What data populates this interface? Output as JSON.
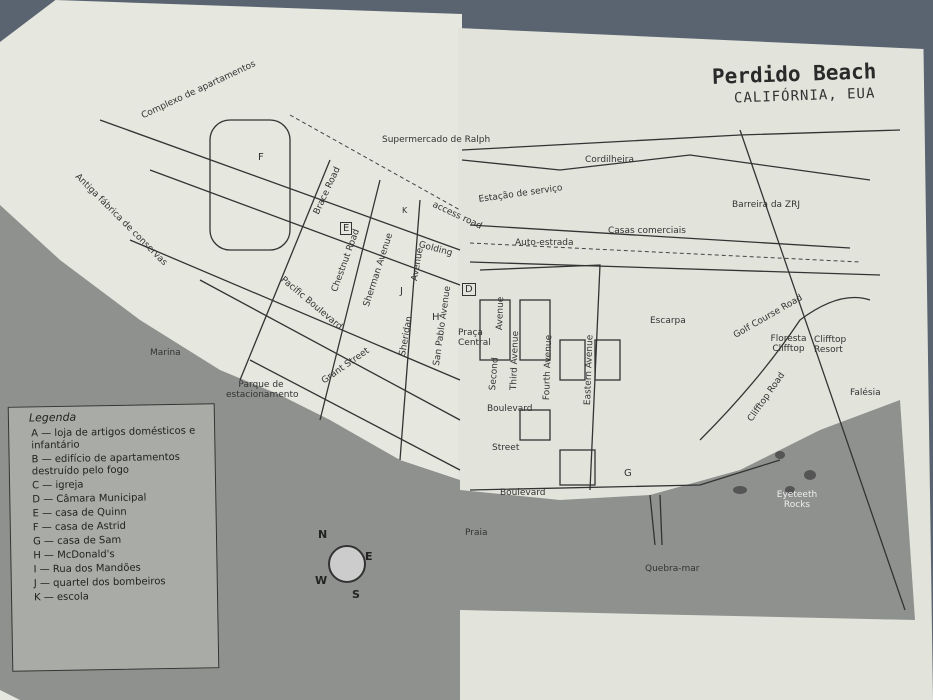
{
  "header": {
    "title": "Perdido Beach",
    "subtitle": "CALIFÓRNIA, EUA"
  },
  "legend": {
    "title": "Legenda",
    "items": [
      "A — loja de artigos domésticos e infantário",
      "B — edifício de apartamentos destruído pelo fogo",
      "C — igreja",
      "D — Câmara Municipal",
      "E — casa de Quinn",
      "F — casa de Astrid",
      "G — casa de Sam",
      "H — McDonald's",
      "I — Rua dos Mandões",
      "J — quartel dos bombeiros",
      "K — escola"
    ]
  },
  "labels": {
    "complexo": "Complexo de apartamentos",
    "fabrica": "Antiga fábrica de conservas",
    "supermercado": "Supermercado de Ralph",
    "estacao": "Estação de serviço",
    "cordilheira": "Cordilheira",
    "barreira": "Barreira da ZRJ",
    "casas": "Casas comerciais",
    "autoestrada": "Auto-estrada",
    "brace": "Brace Road",
    "access": "access road",
    "golding": "Golding",
    "chestnut": "Chestnut Road",
    "sherman": "Sherman Avenue",
    "avenue1": "Avenue",
    "pacific": "Pacific Boulevard",
    "sheridan": "Sheridan",
    "sanpablo": "San Pablo Avenue",
    "praca": "Praça Central",
    "second": "Second",
    "avenue2": "Avenue",
    "third": "Third Avenue",
    "fourth": "Fourth Avenue",
    "eastern": "Eastern Avenue",
    "boulevard1": "Boulevard",
    "street1": "Street",
    "grant": "Grant Street",
    "boulevard2": "Boulevard",
    "parque": "Parque de estacionamento",
    "marina": "Marina",
    "praia": "Praia",
    "quebramar": "Quebra-mar",
    "escarpa": "Escarpa",
    "golf": "Golf Course Road",
    "floresta": "Floresta Clifftop",
    "resort": "Clifftop Resort",
    "clifftoproad": "Clifftop Road",
    "falesia": "Falésia",
    "eyeteeth": "Eyeteeth Rocks"
  },
  "markers": {
    "E": "E",
    "F": "F",
    "K": "K",
    "J": "J",
    "H": "H",
    "D": "D",
    "G": "G"
  },
  "compass": {
    "n": "N",
    "e": "E",
    "s": "S",
    "w": "W"
  }
}
